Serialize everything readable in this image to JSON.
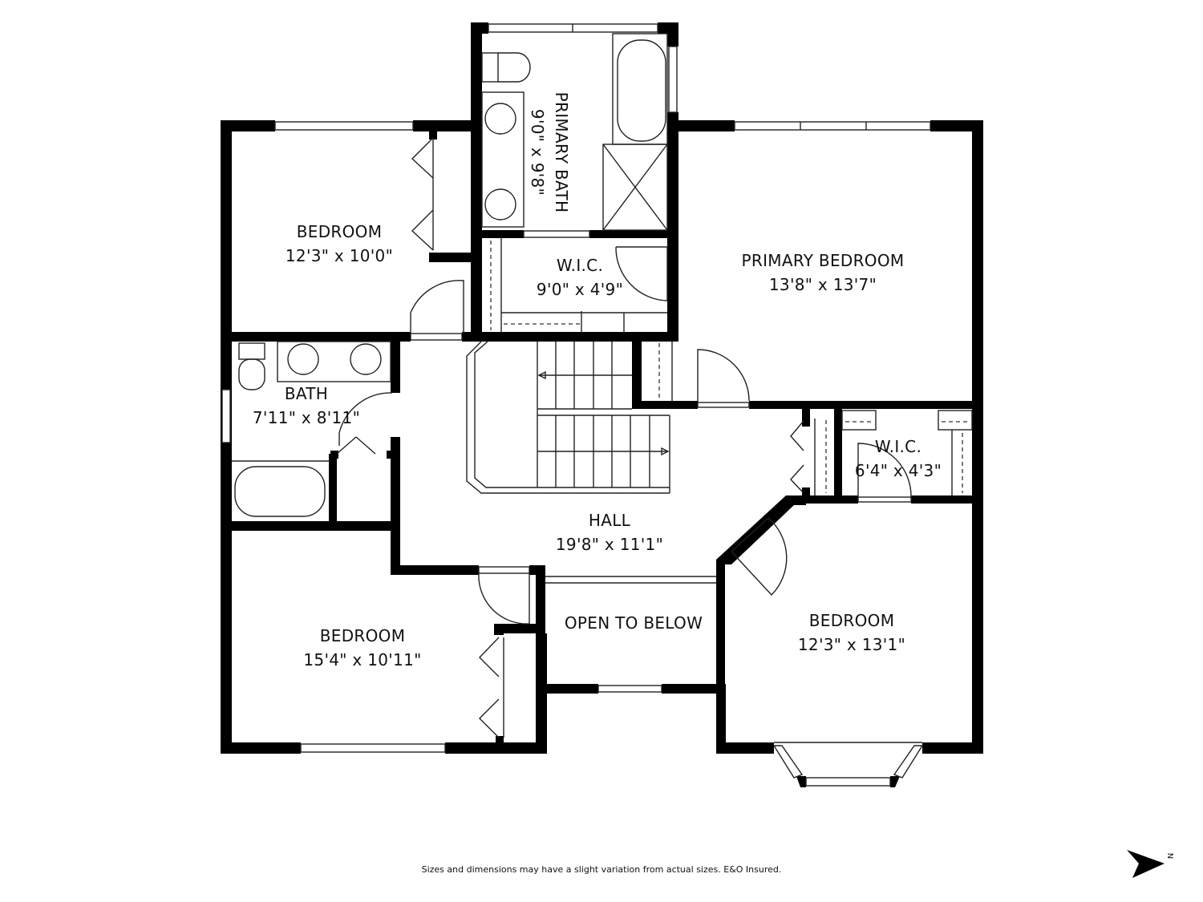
{
  "floor_plan": {
    "rooms": [
      {
        "id": "primary-bath",
        "name": "PRIMARY BATH",
        "dimensions": "9'0\" x 9'8\"",
        "orientation": "rotated-90"
      },
      {
        "id": "bedroom-nw",
        "name": "BEDROOM",
        "dimensions": "12'3\" x 10'0\""
      },
      {
        "id": "wic-primary",
        "name": "W.I.C.",
        "dimensions": "9'0\" x 4'9\""
      },
      {
        "id": "primary-bedroom",
        "name": "PRIMARY BEDROOM",
        "dimensions": "13'8\" x 13'7\""
      },
      {
        "id": "bath",
        "name": "BATH",
        "dimensions": "7'11\" x 8'11\""
      },
      {
        "id": "wic-east",
        "name": "W.I.C.",
        "dimensions": "6'4\" x 4'3\""
      },
      {
        "id": "hall",
        "name": "HALL",
        "dimensions": "19'8\" x 11'1\""
      },
      {
        "id": "open-to-below",
        "name": "OPEN TO BELOW",
        "dimensions": ""
      },
      {
        "id": "bedroom-sw",
        "name": "BEDROOM",
        "dimensions": "15'4\" x 10'11\""
      },
      {
        "id": "bedroom-se",
        "name": "BEDROOM",
        "dimensions": "12'3\" x 13'1\""
      }
    ],
    "compass": {
      "direction_label": "N",
      "icon": "north-arrow-icon"
    },
    "disclaimer": "Sizes and dimensions may have a slight variation from actual sizes. E&O Insured.",
    "colors": {
      "wall": "#000000",
      "background": "#ffffff",
      "text": "#111111"
    }
  }
}
